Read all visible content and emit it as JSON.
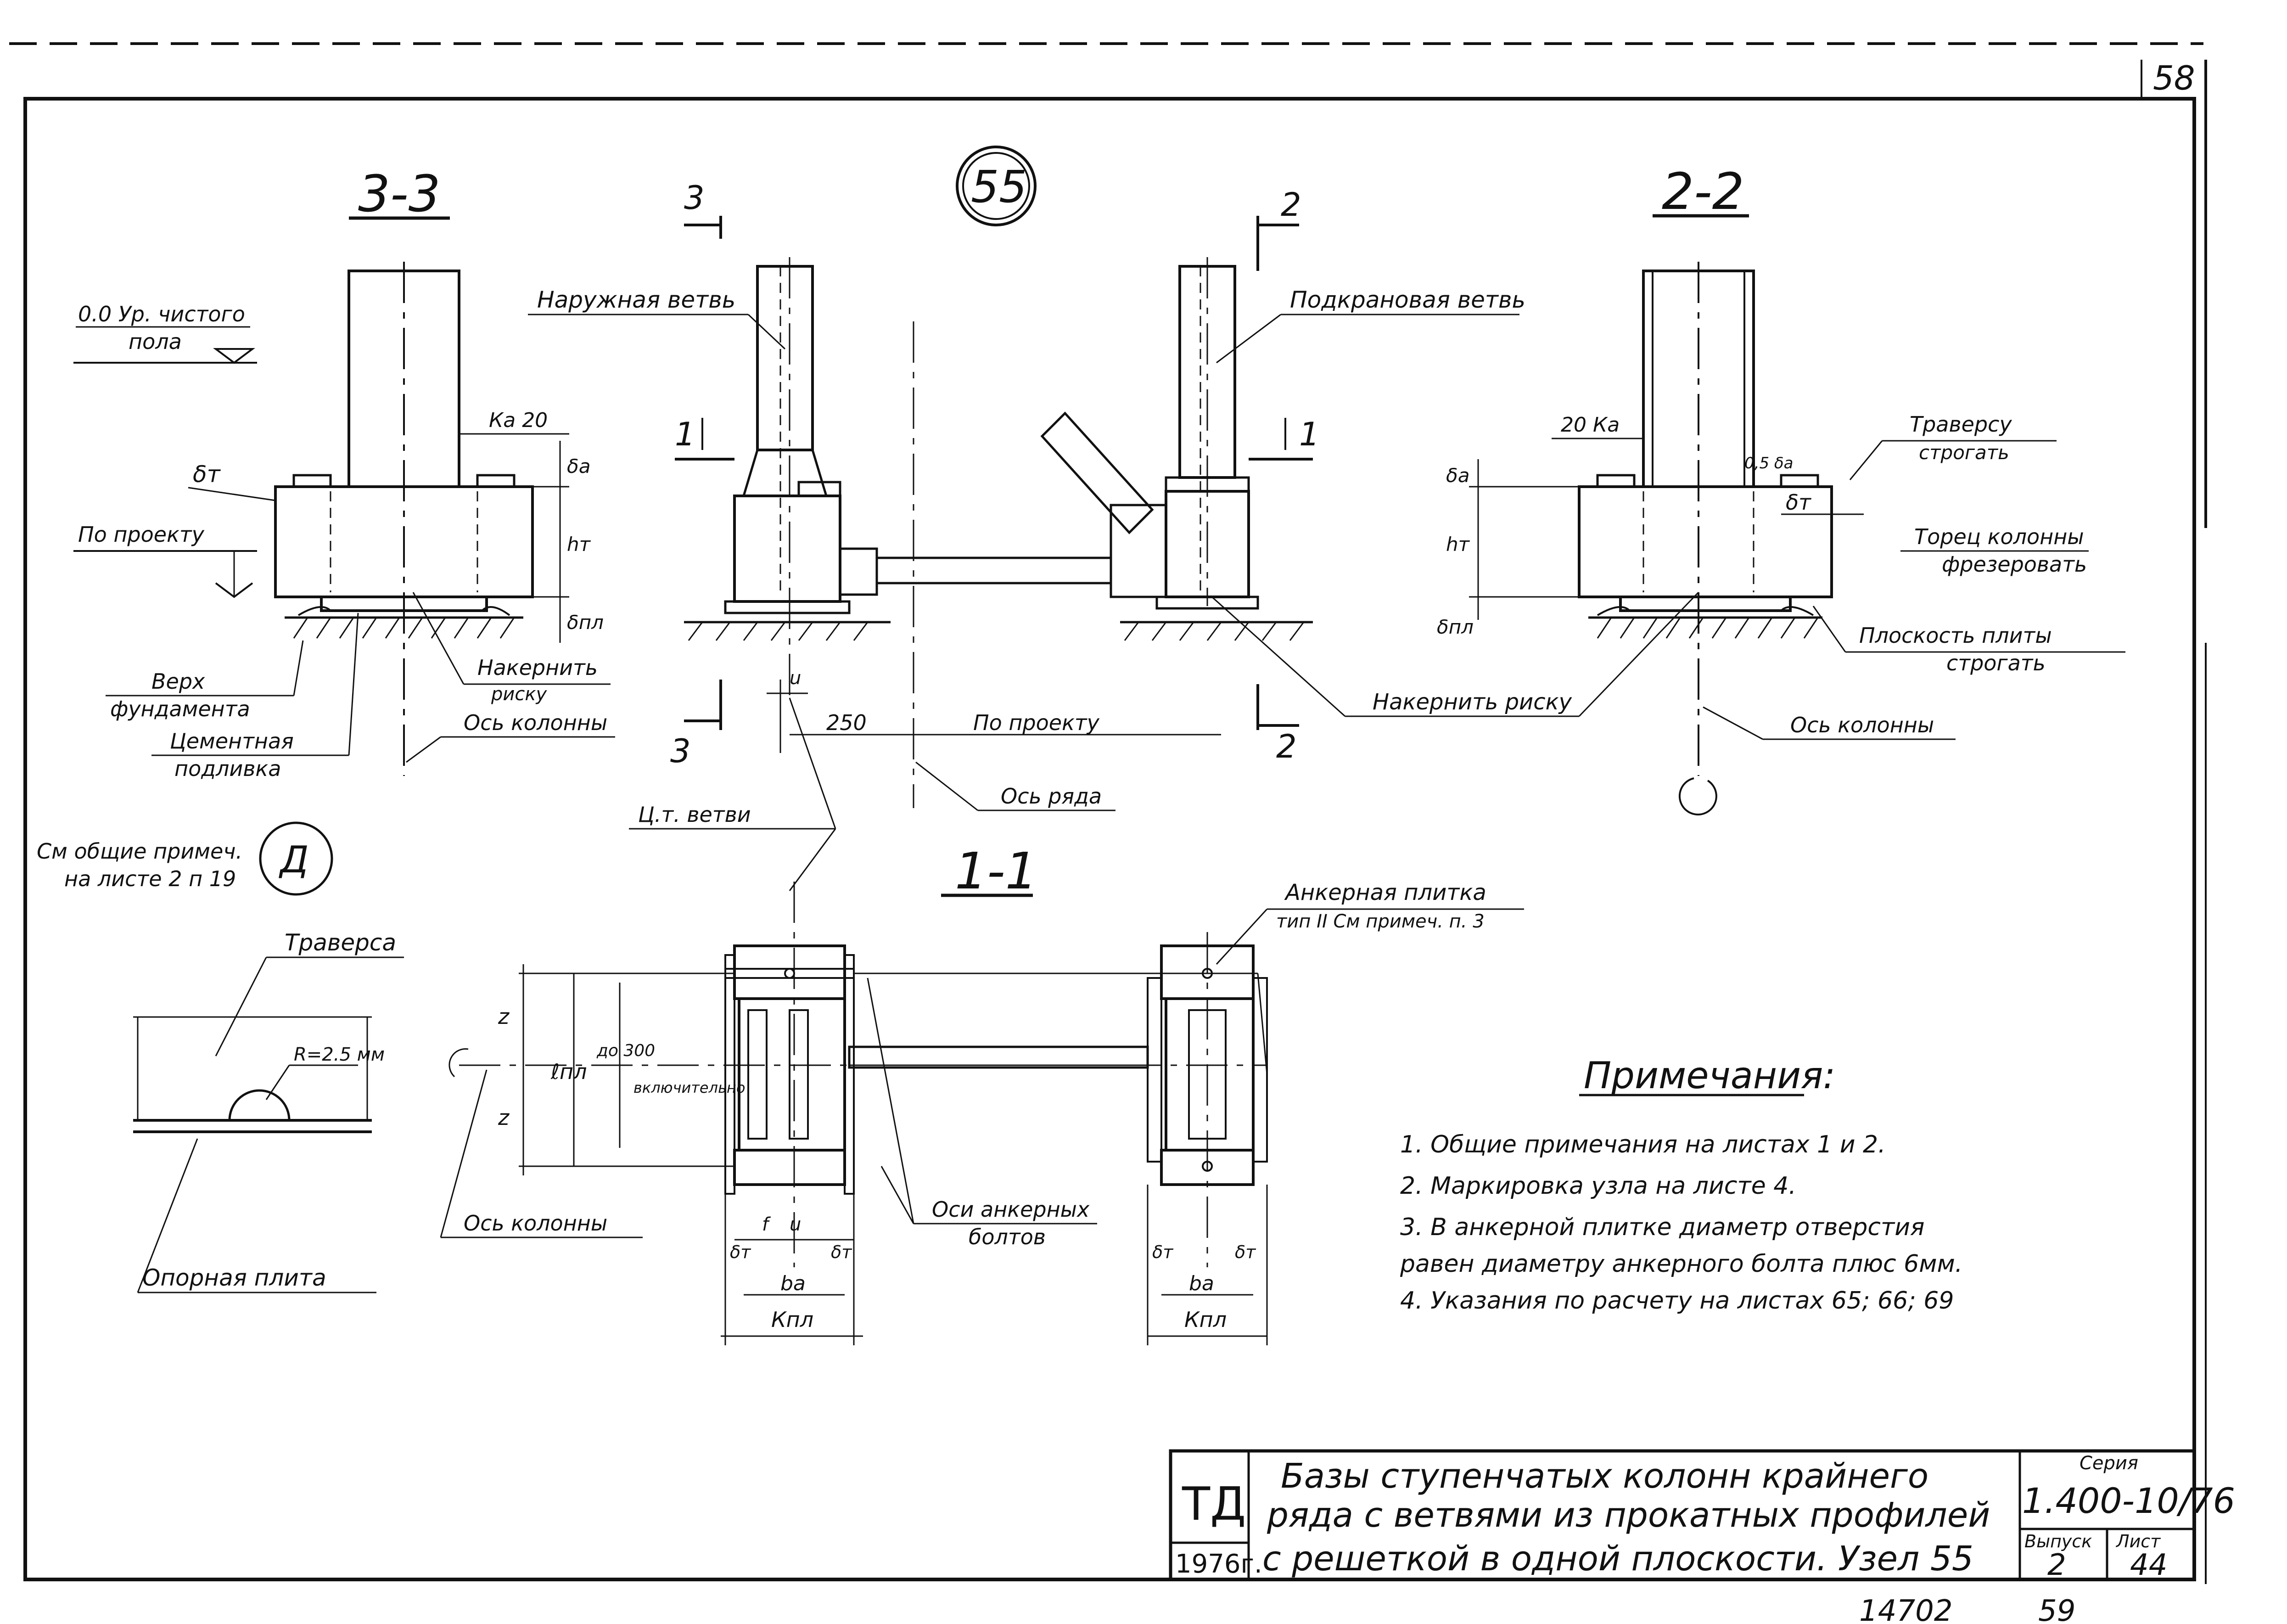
{
  "sheet": {
    "page_no": "58",
    "node_no": "55",
    "bottom_num_left": "14702",
    "bottom_num_right": "59"
  },
  "sections": {
    "s33": "3-3",
    "s22": "2-2",
    "s11": "1-1",
    "mark3": "3",
    "mark2": "2",
    "mark1": "1",
    "node_d": "Д"
  },
  "labels": {
    "floor1": "0.0 Ур. чистого",
    "floor2": "пола",
    "po_proektu": "По проекту",
    "verh1": "Верх",
    "verh2": "фундамента",
    "cement1": "Цементная",
    "cement2": "подливка",
    "nakernit1": "Накернить",
    "nakernit2": "риску",
    "os_kolonny": "Ось колонны",
    "naruzhnaya": "Наружная ветвь",
    "podkranovaya": "Подкрановая ветвь",
    "po_proektu2": "По проекту",
    "os_ryada": "Ось ряда",
    "nakernit_risku": "Накернить риску",
    "traversu1": "Траверсу",
    "traversu2": "строгать",
    "torec1": "Торец колонны",
    "torec2": "фрезеровать",
    "ploskost1": "Плоскость плиты",
    "ploskost2": "строгать",
    "os_kolonny2": "Ось колонны",
    "ct_vetvi": "Ц.т. ветви",
    "see_notes1": "См общие примеч.",
    "see_notes2": "на листе 2 п 19",
    "traversa": "Траверса",
    "radius": "R=2.5 мм",
    "opornaya": "Опорная плита",
    "ankernaya1": "Анкерная плитка",
    "ankernaya2": "тип II См примеч. п. 3",
    "osi_ankernyh1": "Оси анкерных",
    "osi_ankernyh2": "болтов",
    "os_kolonny3": "Ось колонны"
  },
  "dims": {
    "ka20": "Ка 20",
    "twenty_ka": "20 Ка",
    "delta_t": "δт",
    "delta_a": "δа",
    "h_t": "hт",
    "delta_pl": "δпл",
    "ha_half": "0,5 δа",
    "u": "u",
    "d250": "250",
    "f": "f",
    "z": "z",
    "l_pl": "ℓпл",
    "do300a": "до 300",
    "do300b": "включительно",
    "b_a": "bа",
    "k_pl": "Кпл"
  },
  "notes": {
    "title": "Примечания:",
    "items": [
      "1.  Общие примечания  на листах  1 и 2.",
      "2.  Маркировка  узла  на  листе  4.",
      "3.  В анкерной  плитке  диаметр  отверстия",
      "     равен  диаметру  анкерного  болта  плюс 6мм.",
      "4.  Указания  по  расчету  на листах  65; 66; 69"
    ]
  },
  "title_block": {
    "org": "ТД",
    "year": "1976г.",
    "title1": "Базы  ступенчатых  колонн  крайнего",
    "title2": "ряда  с ветвями  из  прокатных  профилей",
    "title3": "с  решеткой  в  одной  плоскости.  Узел 55",
    "seria_label": "Серия",
    "seria": "1.400-10/76",
    "vypusk_label": "Выпуск",
    "vypusk": "2",
    "list_label": "Лист",
    "list": "44"
  }
}
